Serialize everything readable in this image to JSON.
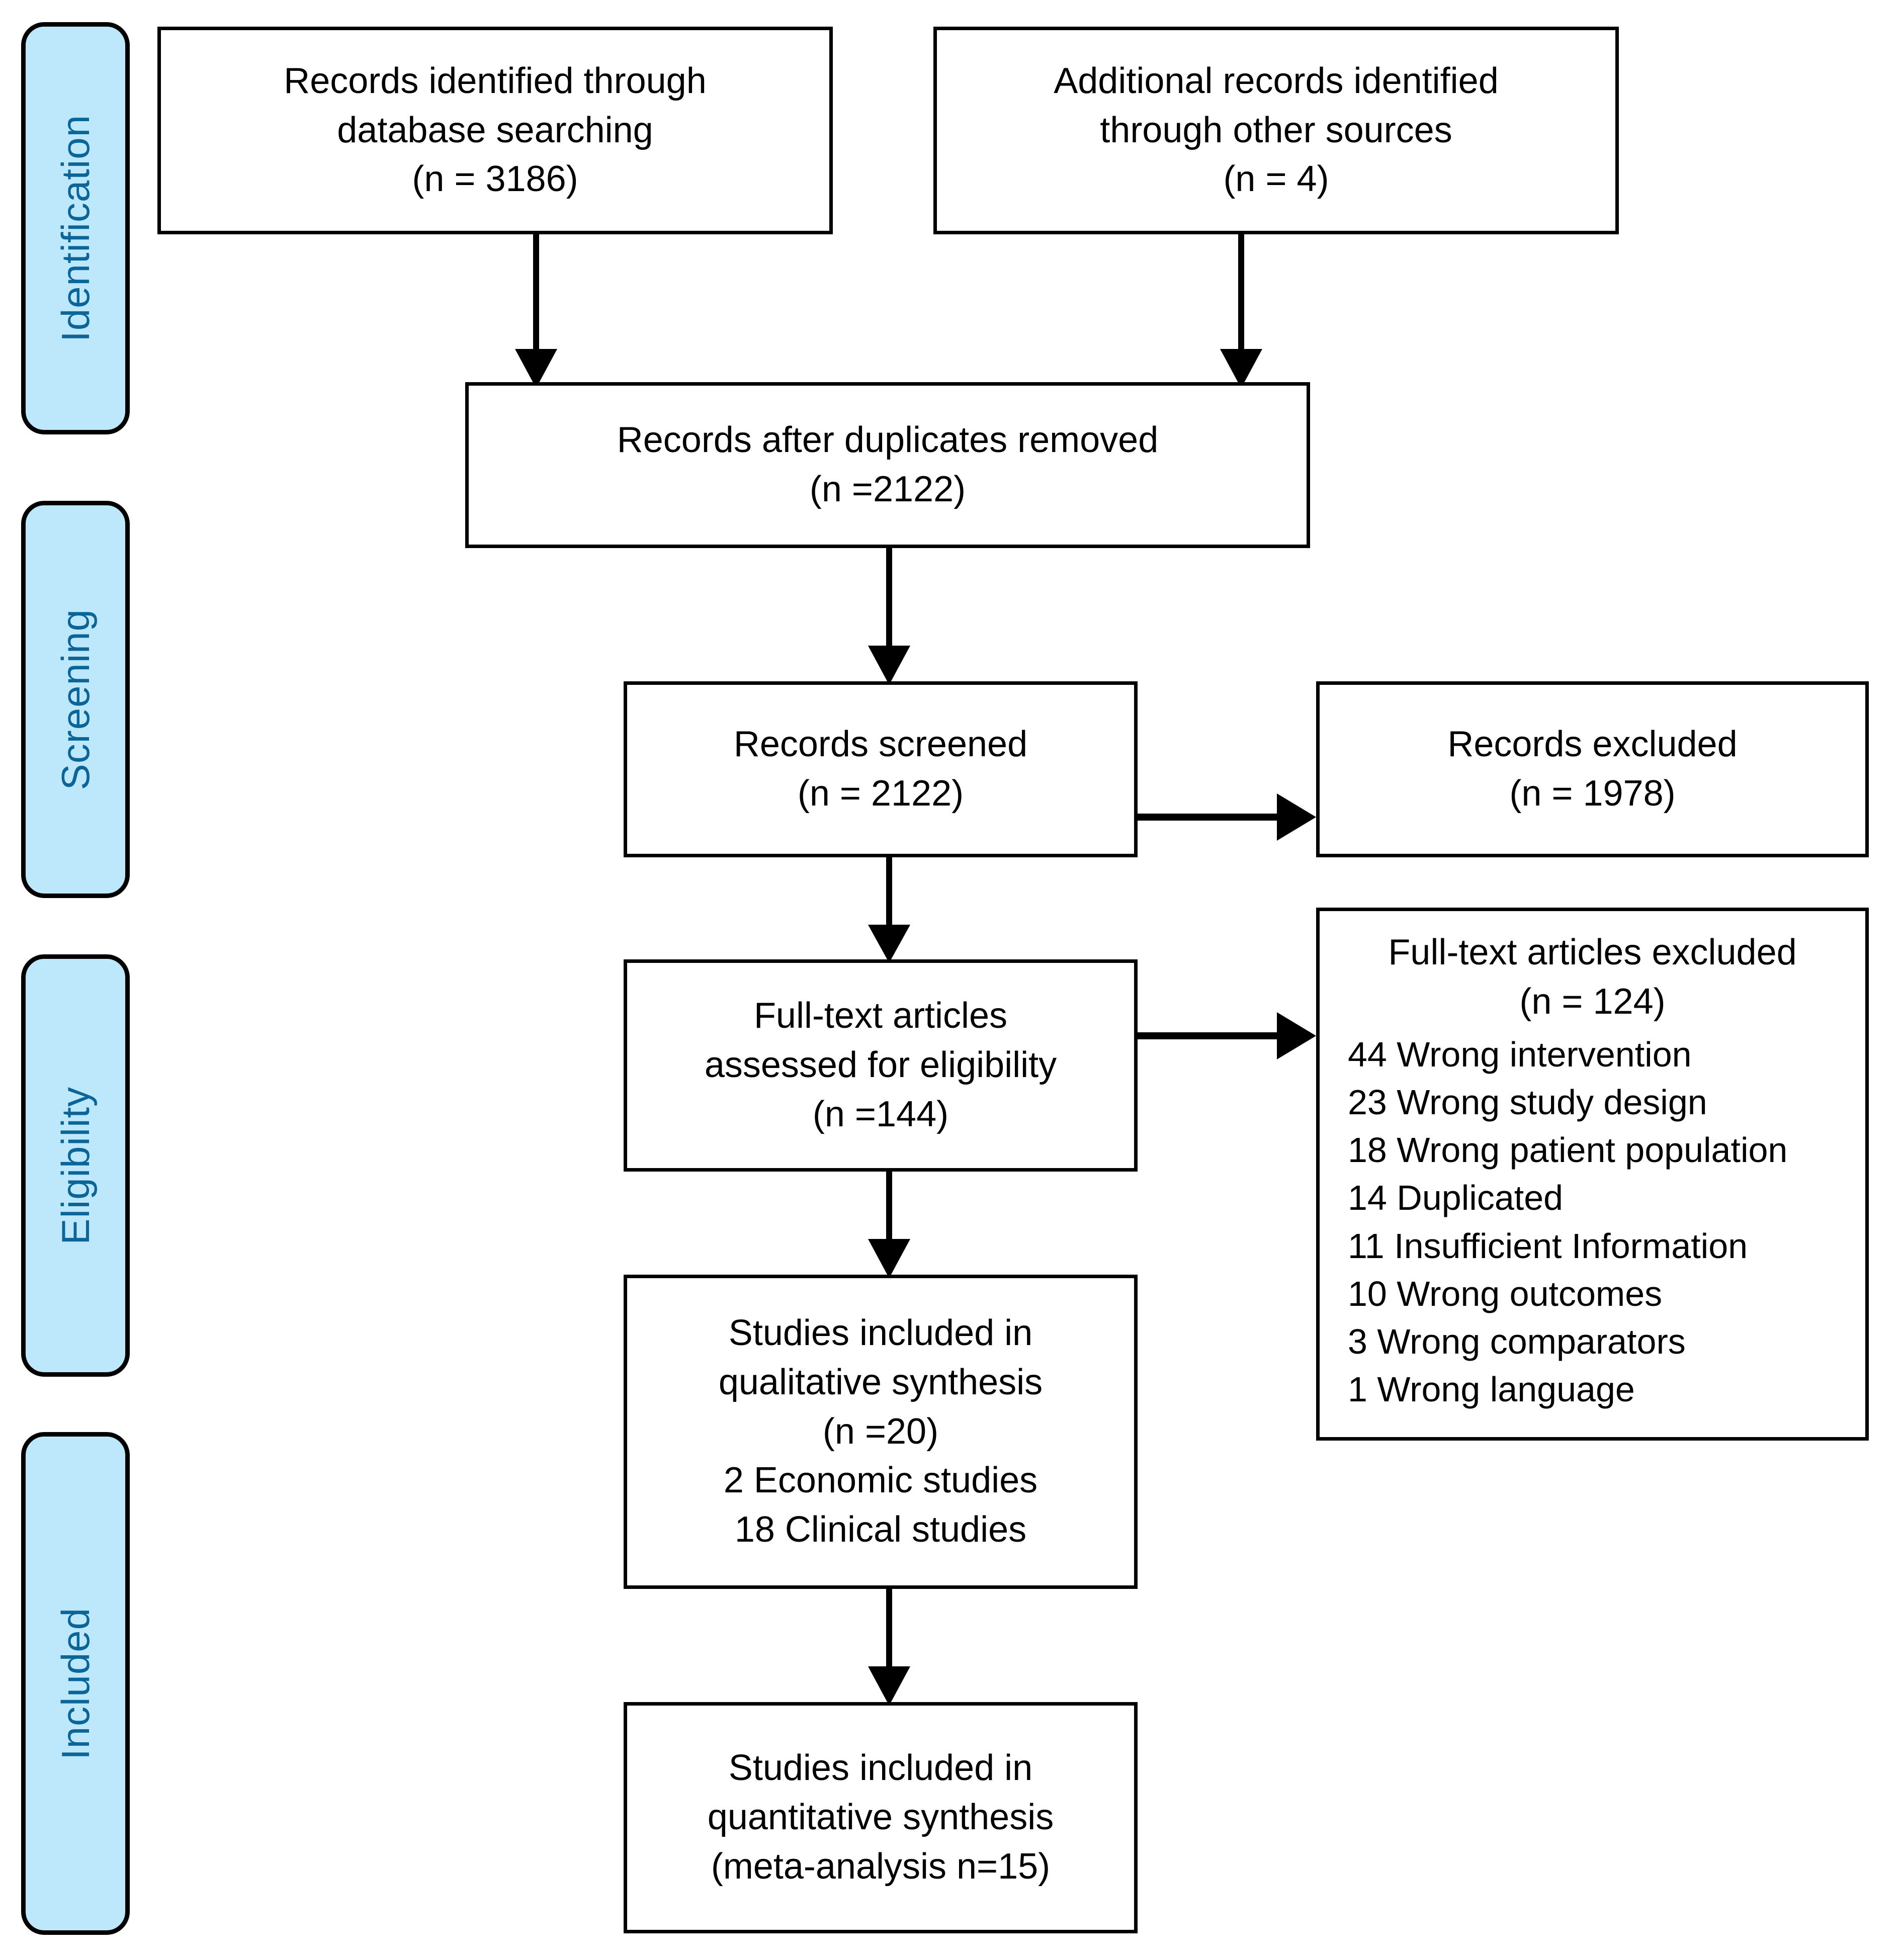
{
  "figure": {
    "type": "prisma-flow-diagram",
    "colors": {
      "stage_fill": "#bde8fb",
      "stage_text": "#0b6598",
      "stage_border": "#000000",
      "box_border": "#000000",
      "box_fill": "#ffffff",
      "box_text": "#000000",
      "connector": "#000000",
      "background": "#ffffff"
    }
  },
  "stages": [
    {
      "id": "identification",
      "label": "Identification"
    },
    {
      "id": "screening",
      "label": "Screening"
    },
    {
      "id": "eligibility",
      "label": "Eligibility"
    },
    {
      "id": "included",
      "label": "Included"
    }
  ],
  "boxes": {
    "records_identified_db": {
      "lines": [
        "Records identified through",
        "database searching",
        "(n = 3186)"
      ]
    },
    "records_identified_other": {
      "lines": [
        "Additional records identified",
        "through other sources",
        "(n = 4)"
      ]
    },
    "records_after_duplicates": {
      "lines": [
        "Records after duplicates removed",
        "(n =2122)"
      ]
    },
    "records_screened": {
      "lines": [
        "Records screened",
        "(n = 2122)"
      ]
    },
    "records_excluded": {
      "lines": [
        "Records excluded",
        "(n = 1978)"
      ]
    },
    "fulltext_assessed": {
      "lines": [
        "Full-text articles",
        "assessed for eligibility",
        "(n =144)"
      ]
    },
    "fulltext_excluded": {
      "heading": [
        "Full-text articles excluded",
        "(n = 124)"
      ],
      "reasons": [
        "44 Wrong intervention",
        "23 Wrong study design",
        "18 Wrong patient population",
        "14 Duplicated",
        "11 Insufficient Information",
        "10 Wrong outcomes",
        "3 Wrong comparators",
        "1 Wrong language"
      ]
    },
    "qualitative_synthesis": {
      "lines": [
        "Studies included in",
        "qualitative synthesis",
        "(n =20)",
        "2 Economic studies",
        "18 Clinical studies"
      ]
    },
    "quantitative_synthesis": {
      "lines": [
        "Studies included in",
        "quantitative synthesis",
        "(meta-analysis n=15)"
      ]
    }
  },
  "chart_data": {
    "type": "diagram",
    "title": "PRISMA flow diagram",
    "nodes": [
      {
        "id": "records_identified_db",
        "stage": "Identification",
        "label": "Records identified through database searching",
        "n": 3186
      },
      {
        "id": "records_identified_other",
        "stage": "Identification",
        "label": "Additional records identified through other sources",
        "n": 4
      },
      {
        "id": "records_after_duplicates",
        "stage": "Screening",
        "label": "Records after duplicates removed",
        "n": 2122
      },
      {
        "id": "records_screened",
        "stage": "Screening",
        "label": "Records screened",
        "n": 2122
      },
      {
        "id": "records_excluded",
        "stage": "Screening",
        "label": "Records excluded",
        "n": 1978
      },
      {
        "id": "fulltext_assessed",
        "stage": "Eligibility",
        "label": "Full-text articles assessed for eligibility",
        "n": 144
      },
      {
        "id": "fulltext_excluded",
        "stage": "Eligibility",
        "label": "Full-text articles excluded",
        "n": 124
      },
      {
        "id": "qualitative_synthesis",
        "stage": "Included",
        "label": "Studies included in qualitative synthesis",
        "n": 20
      },
      {
        "id": "quantitative_synthesis",
        "stage": "Included",
        "label": "Studies included in quantitative synthesis (meta-analysis)",
        "n": 15
      }
    ],
    "edges": [
      {
        "from": "records_identified_db",
        "to": "records_after_duplicates"
      },
      {
        "from": "records_identified_other",
        "to": "records_after_duplicates"
      },
      {
        "from": "records_after_duplicates",
        "to": "records_screened"
      },
      {
        "from": "records_screened",
        "to": "records_excluded"
      },
      {
        "from": "records_screened",
        "to": "fulltext_assessed"
      },
      {
        "from": "fulltext_assessed",
        "to": "fulltext_excluded"
      },
      {
        "from": "fulltext_assessed",
        "to": "qualitative_synthesis"
      },
      {
        "from": "qualitative_synthesis",
        "to": "quantitative_synthesis"
      }
    ],
    "exclusion_reasons": [
      {
        "n": 44,
        "reason": "Wrong intervention"
      },
      {
        "n": 23,
        "reason": "Wrong study design"
      },
      {
        "n": 18,
        "reason": "Wrong patient population"
      },
      {
        "n": 14,
        "reason": "Duplicated"
      },
      {
        "n": 11,
        "reason": "Insufficient Information"
      },
      {
        "n": 10,
        "reason": "Wrong outcomes"
      },
      {
        "n": 3,
        "reason": "Wrong comparators"
      },
      {
        "n": 1,
        "reason": "Wrong language"
      }
    ],
    "included_breakdown": [
      {
        "n": 2,
        "label": "Economic studies"
      },
      {
        "n": 18,
        "label": "Clinical studies"
      }
    ]
  }
}
